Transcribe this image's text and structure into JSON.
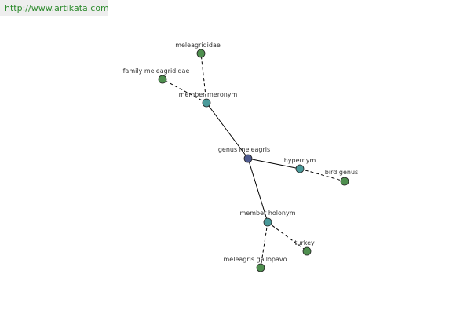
{
  "watermark": {
    "text": "http://www.artikata.com"
  },
  "colors": {
    "center": "#4e5a8e",
    "relation": "#4a9a9a",
    "leaf": "#4f8f4f",
    "edge": "#000000",
    "watermark_text": "#2e8b2e",
    "watermark_bg": "#eeeeee"
  },
  "nodes": {
    "genus_meleagris": {
      "label": "genus meleagris"
    },
    "member_meronym": {
      "label": "member meronym"
    },
    "hypernym": {
      "label": "hypernym"
    },
    "member_holonym": {
      "label": "member holonym"
    },
    "meleagrididae": {
      "label": "meleagrididae"
    },
    "family_meleagrididae": {
      "label": "family meleagrididae"
    },
    "bird_genus": {
      "label": "bird genus"
    },
    "turkey": {
      "label": "turkey"
    },
    "meleagris_gallopavo": {
      "label": "meleagris gallopavo"
    }
  }
}
